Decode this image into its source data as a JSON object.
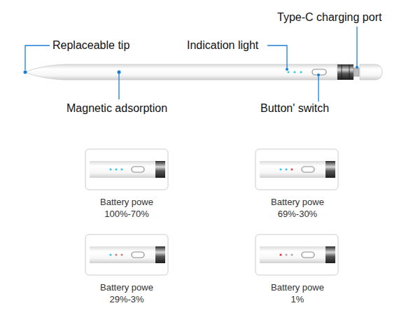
{
  "diagram": {
    "labels": [
      "Replaceable tip",
      "Magnetic adsorption",
      "Indication light",
      "Button' switch",
      "Type-C charging port",
      "Battery powe",
      "100%-70%",
      "Battery powe",
      "69%-30%",
      "Battery powe",
      "29%-3%",
      "Battery powe",
      "1%"
    ]
  }
}
